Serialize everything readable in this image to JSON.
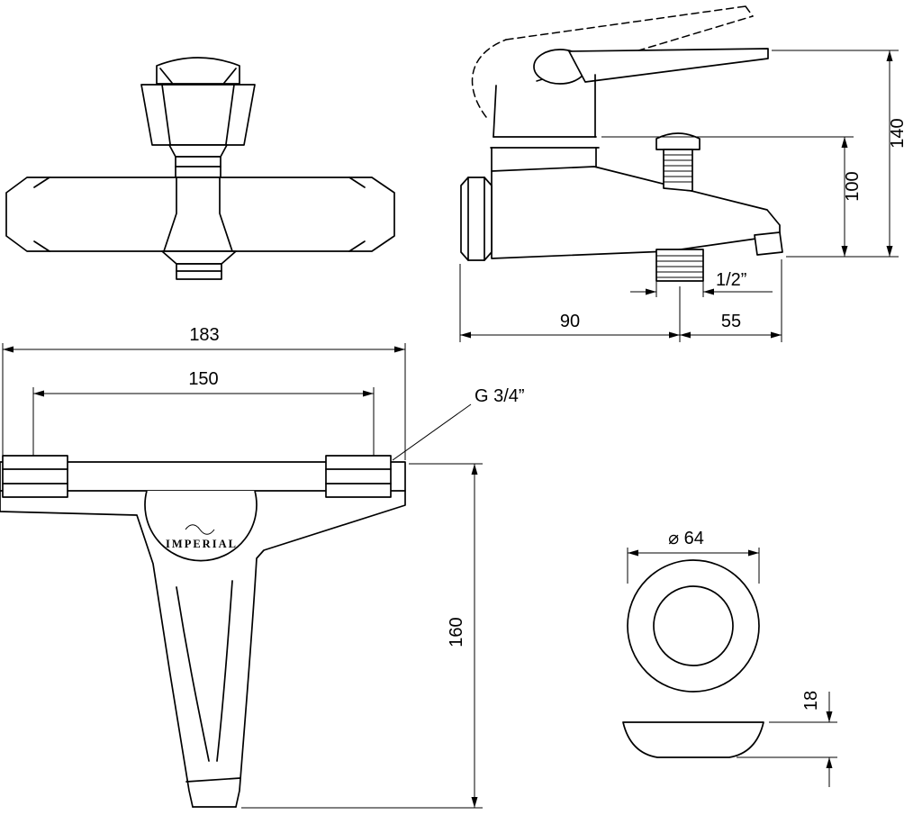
{
  "page": {
    "background": "#ffffff",
    "ink": "#000000"
  },
  "side_view": {
    "dim_depth_body": "90",
    "dim_depth_tip": "55",
    "dim_outlet_thread": "1/2”",
    "dim_height_body": "100",
    "dim_height_overall": "140"
  },
  "front_view": {
    "brand": "IMPERIAL",
    "dim_width_overall": "183",
    "dim_width_mounting": "150",
    "dim_height_spout": "160",
    "label_connection_thread": "G 3/4”"
  },
  "flange_view": {
    "dim_diameter": "⌀ 64",
    "dim_thickness": "18"
  }
}
